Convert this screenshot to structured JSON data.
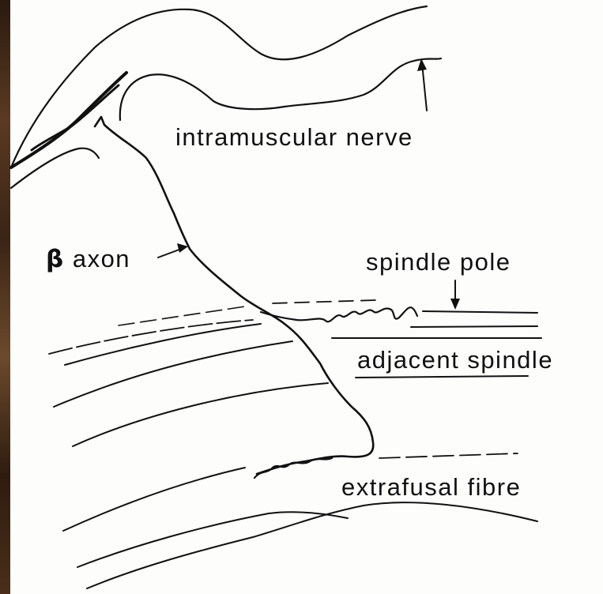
{
  "labels": {
    "intramuscular_nerve": "intramuscular nerve",
    "beta_symbol": "β",
    "beta_axon": "axon",
    "spindle_pole": "spindle pole",
    "adjacent_spindle": "adjacent spindle",
    "extrafusal_fibre": "extrafusal fibre"
  },
  "colors": {
    "ink": "#111111",
    "paper": "#fdfdfb"
  }
}
